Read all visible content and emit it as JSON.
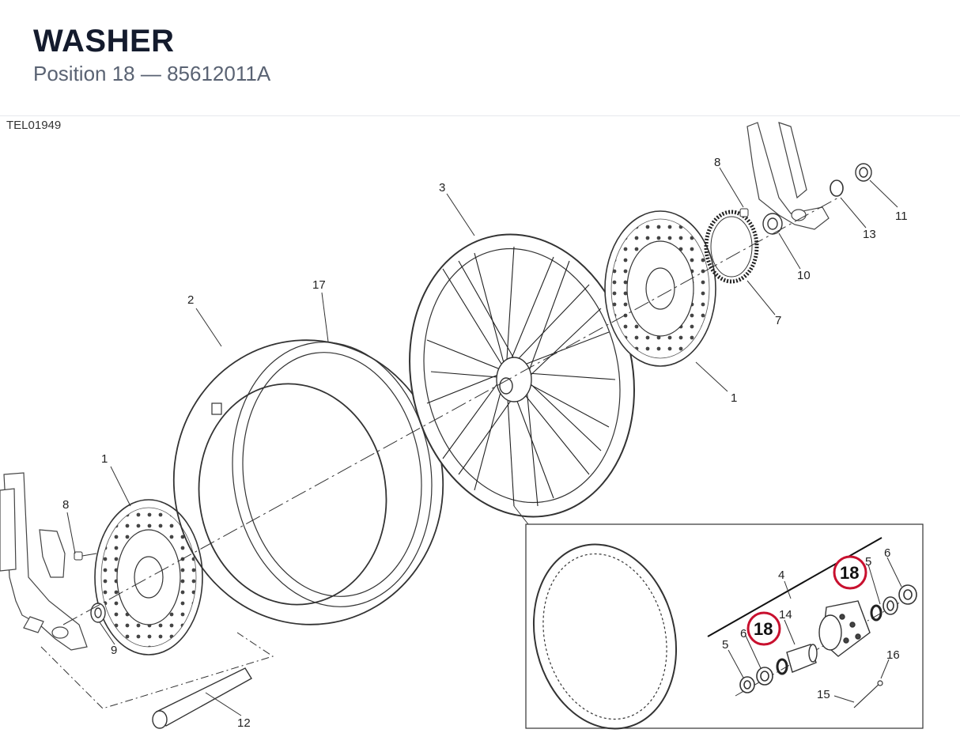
{
  "header": {
    "title": "WASHER",
    "subtitle": "Position 18 — 85612011A"
  },
  "drawing_code": "TEL01949",
  "highlight_color": "#c8102e",
  "callouts": {
    "c1a": "1",
    "c1b": "1",
    "c2": "2",
    "c3": "3",
    "c4": "4",
    "c5a": "5",
    "c5b": "5",
    "c6a": "6",
    "c6b": "6",
    "c7": "7",
    "c8a": "8",
    "c8b": "8",
    "c9": "9",
    "c10": "10",
    "c11": "11",
    "c12": "12",
    "c13": "13",
    "c14": "14",
    "c15": "15",
    "c16": "16",
    "c17": "17",
    "c18a": "18",
    "c18b": "18"
  }
}
